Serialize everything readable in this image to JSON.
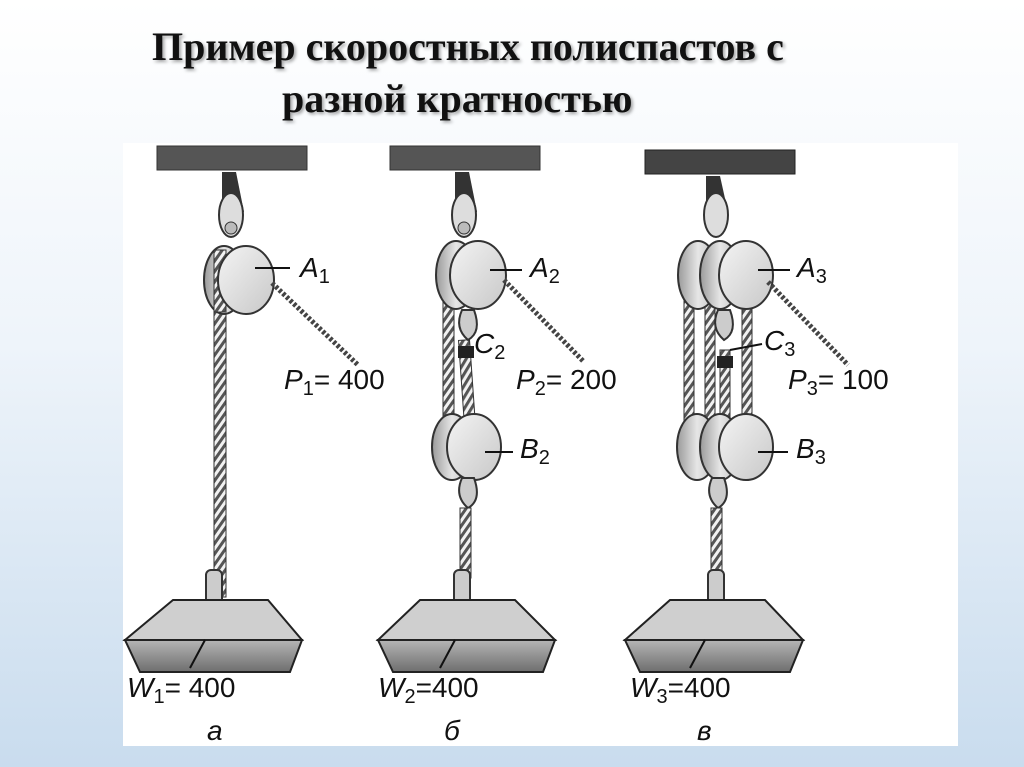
{
  "title": {
    "line1": "Пример скоростных полиспастов с",
    "line2": "разной кратностью"
  },
  "diagrams": [
    {
      "caption": "а",
      "block_top": {
        "letter": "A",
        "sub": "1"
      },
      "pull": {
        "letter": "P",
        "sub": "1",
        "value": "= 400"
      },
      "weight": {
        "letter": "W",
        "sub": "1",
        "value": "= 400"
      }
    },
    {
      "caption": "б",
      "block_top": {
        "letter": "A",
        "sub": "2"
      },
      "hook": {
        "letter": "C",
        "sub": "2"
      },
      "pull": {
        "letter": "P",
        "sub": "2",
        "value": "= 200"
      },
      "block_bottom": {
        "letter": "B",
        "sub": "2"
      },
      "weight": {
        "letter": "W",
        "sub": "2",
        "value": "=400"
      }
    },
    {
      "caption": "в",
      "block_top": {
        "letter": "A",
        "sub": "3"
      },
      "hook": {
        "letter": "C",
        "sub": "3"
      },
      "pull": {
        "letter": "P",
        "sub": "3",
        "value": "= 100"
      },
      "block_bottom": {
        "letter": "B",
        "sub": "3"
      },
      "weight": {
        "letter": "W",
        "sub": "3",
        "value": "=400"
      }
    }
  ]
}
